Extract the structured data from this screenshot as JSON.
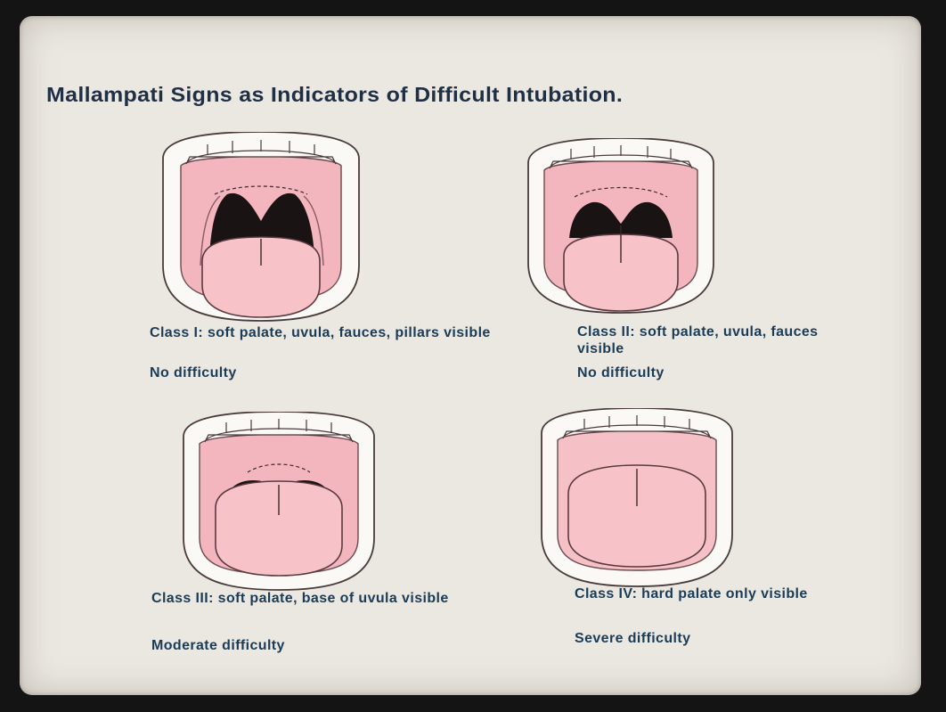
{
  "title": "Mallampati Signs as Indicators of Difficult Intubation.",
  "classes": [
    {
      "description": "Class I: soft palate, uvula, fauces, pillars visible",
      "difficulty": "No difficulty"
    },
    {
      "description": "Class II: soft palate, uvula, fauces visible",
      "difficulty": "No difficulty"
    },
    {
      "description": "Class III: soft palate, base of uvula visible",
      "difficulty": "Moderate difficulty"
    },
    {
      "description": "Class IV: hard palate only visible",
      "difficulty": "Severe difficulty"
    }
  ],
  "colors": {
    "background": "#ebe8e1",
    "palate": "#f3b6bf",
    "tongue": "#f7c3c9",
    "pharynx": "#1a1313",
    "text": "#1b3c57"
  }
}
